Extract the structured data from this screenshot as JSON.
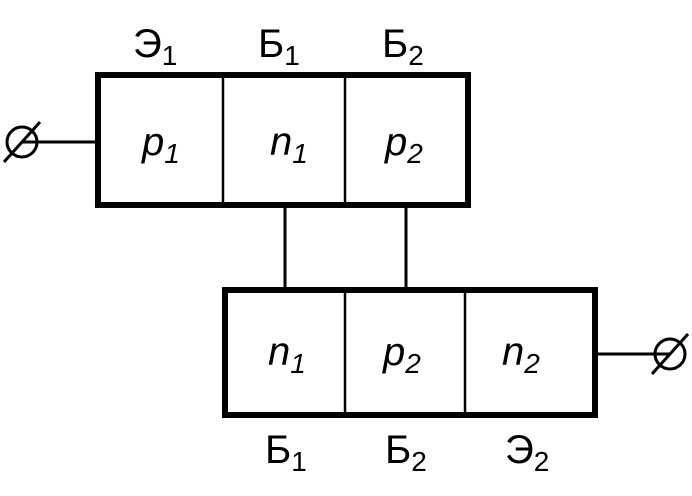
{
  "top_labels": [
    {
      "main": "Э",
      "sub": "1"
    },
    {
      "main": "Б",
      "sub": "1"
    },
    {
      "main": "Б",
      "sub": "2"
    }
  ],
  "top_cells": [
    {
      "main": "p",
      "sub": "1"
    },
    {
      "main": "n",
      "sub": "1"
    },
    {
      "main": "p",
      "sub": "2"
    }
  ],
  "bottom_cells": [
    {
      "main": "n",
      "sub": "1"
    },
    {
      "main": "p",
      "sub": "2"
    },
    {
      "main": "n",
      "sub": "2"
    }
  ],
  "bottom_labels": [
    {
      "main": "Б",
      "sub": "1"
    },
    {
      "main": "Б",
      "sub": "2"
    },
    {
      "main": "Э",
      "sub": "2"
    }
  ]
}
